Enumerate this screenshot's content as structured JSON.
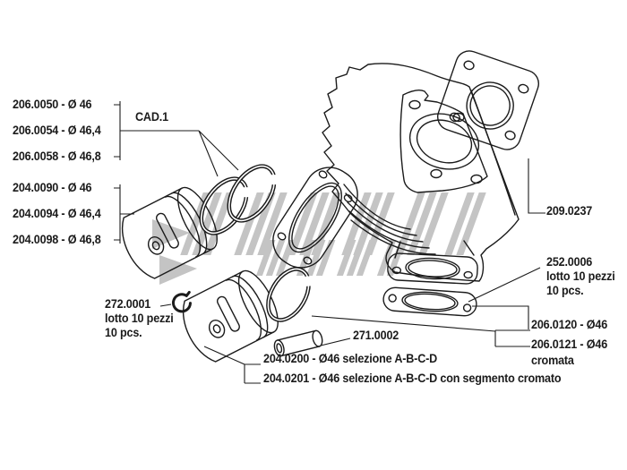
{
  "colors": {
    "line": "#1b1b1b",
    "watermark": "#c4c4c4",
    "background": "#ffffff"
  },
  "labels": {
    "cad": "CAD.1",
    "ring_sets": [
      "206.0050 - Ø 46",
      "206.0054 - Ø 46,4",
      "206.0058 - Ø 46,8"
    ],
    "piston_kits": [
      "204.0090 - Ø 46",
      "204.0094 - Ø 46,4",
      "204.0098 - Ø 46,8"
    ],
    "circlip": {
      "code": "272.0001",
      "line2": "lotto 10 pezzi",
      "line3": "10 pcs."
    },
    "wrist_pin": "271.0002",
    "piston_selection": [
      "204.0200 - Ø46 selezione A-B-C-D",
      "204.0201 - Ø46 selezione A-B-C-D con segmento cromato"
    ],
    "head_gasket": "209.0237",
    "exhaust_gasket": {
      "code": "252.0006",
      "line2": "lotto 10 pezzi",
      "line3": "10 pcs."
    },
    "single_rings": {
      "plain": "206.0120 - Ø46",
      "chromed": "206.0121 - Ø46",
      "chromed_note": "cromata"
    }
  }
}
